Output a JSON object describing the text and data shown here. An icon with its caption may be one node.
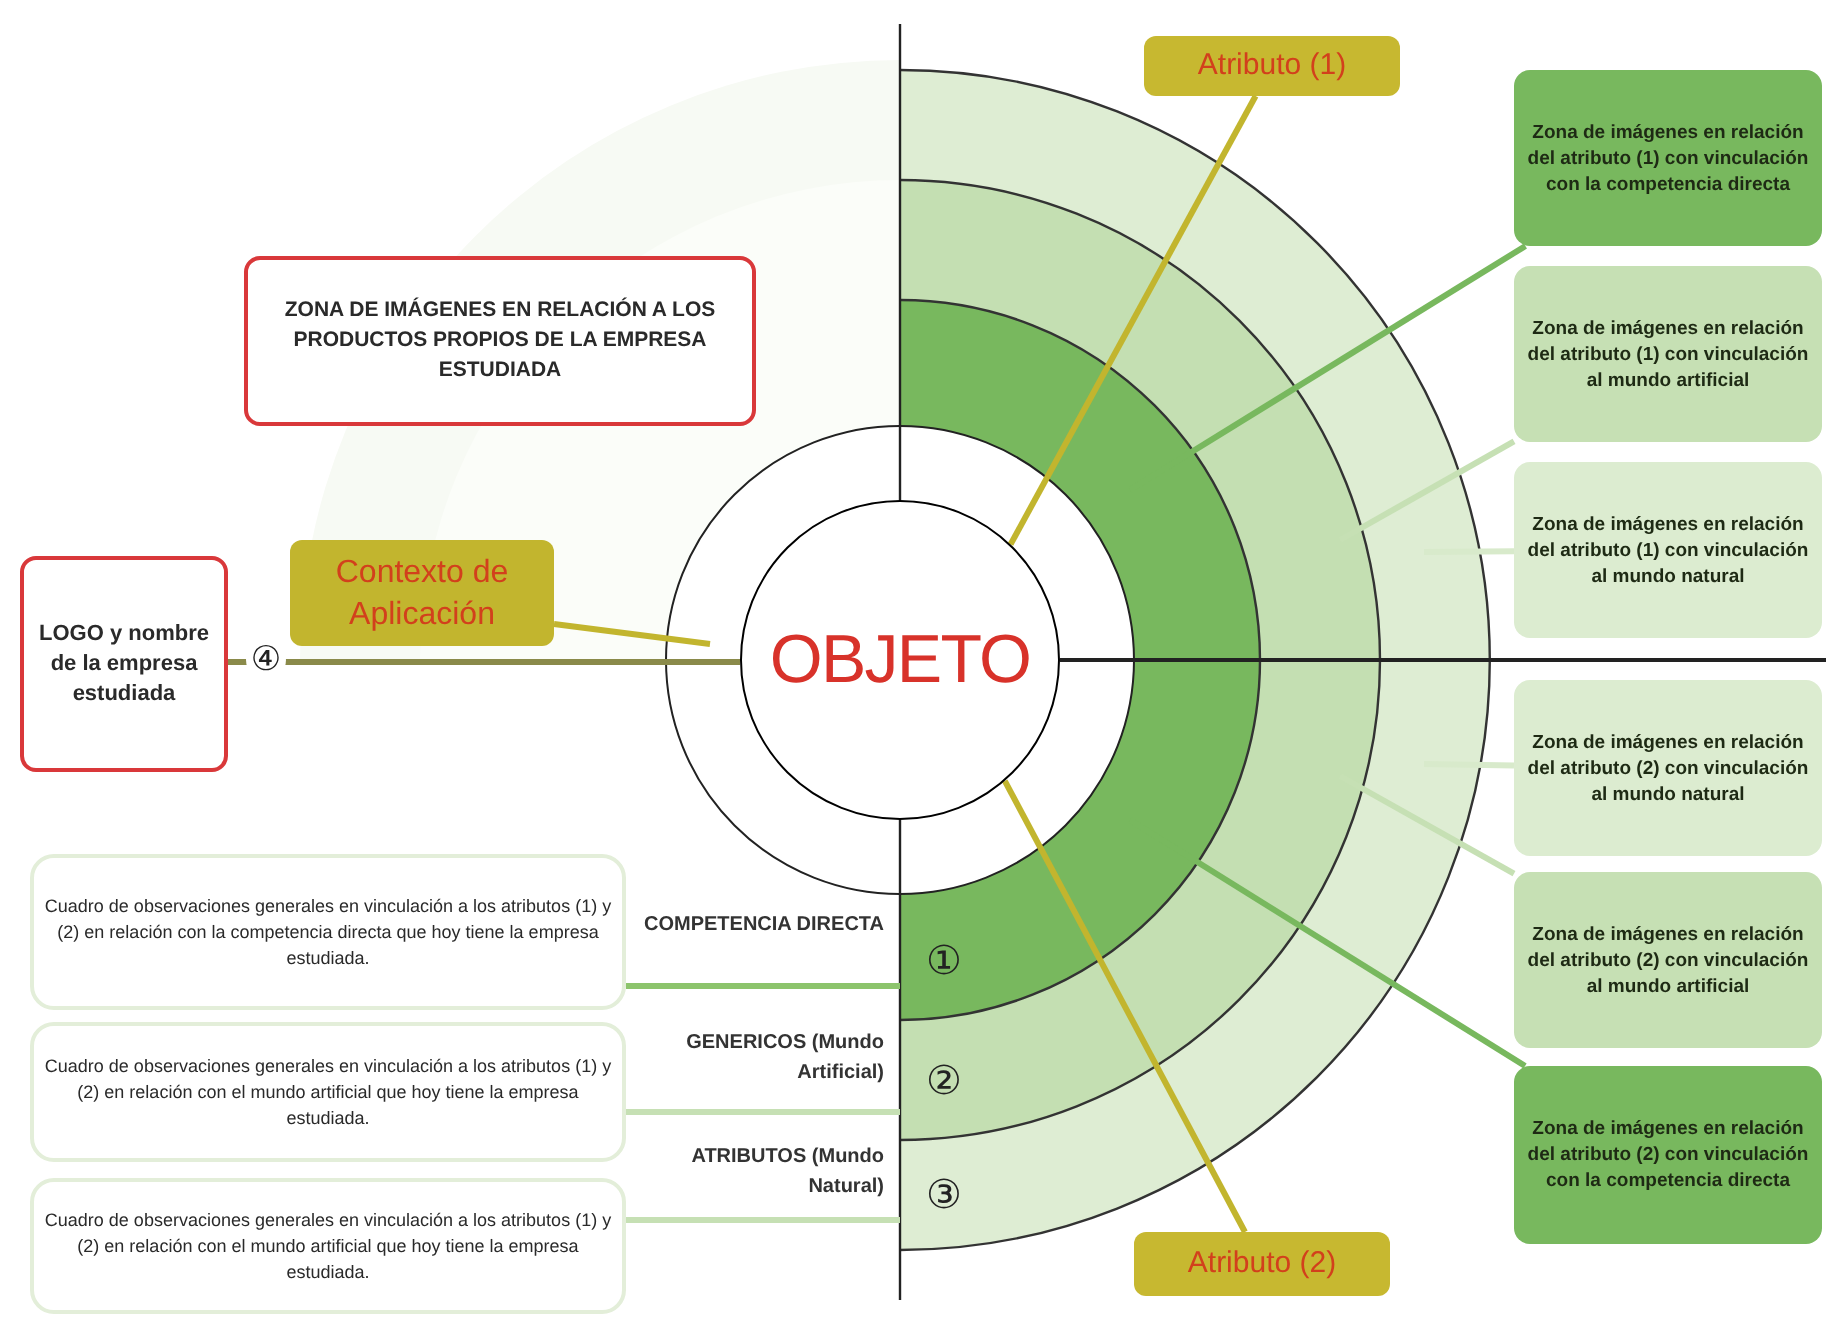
{
  "diagram": {
    "nodes": [
      {
        "text": [
          "OBJETO"
        ]
      },
      {
        "text": [
          "Atributo (1)"
        ]
      },
      {
        "text": [
          "Atributo (2)"
        ]
      },
      {
        "text": [
          "Zona de imágenes en relación del atributo (1) con vinculación con la competencia directa"
        ]
      },
      {
        "text": [
          "Zona de imágenes en relación del atributo (1) con vinculación al mundo artificial"
        ]
      },
      {
        "text": [
          "Zona de imágenes en relación del atributo (1) con vinculación al mundo natural"
        ]
      },
      {
        "text": [
          "Zona de imágenes en relación del atributo (2) con vinculación al mundo natural"
        ]
      },
      {
        "text": [
          "Zona de imágenes en relación del atributo (2) con vinculación al mundo artificial"
        ]
      },
      {
        "text": [
          "Zona de imágenes en relación del atributo (2) con vinculación con la competencia directa"
        ]
      },
      {
        "text": [
          "ZONA DE IMÁGENES EN RELACIÓN A LOS PRODUCTOS PROPIOS DE LA EMPRESA ESTUDIADA"
        ]
      },
      {
        "text": [
          "Contexto de Aplicación"
        ]
      },
      {
        "text": [
          "LOGO y nombre de la empresa estudiada"
        ]
      },
      {
        "text": [
          "Cuadro de observaciones generales en vinculación a los atributos (1) y (2) en relación con la competencia directa que hoy tiene la empresa estudiada."
        ]
      },
      {
        "text": [
          "Cuadro de observaciones generales en vinculación a los atributos (1) y (2) en relación con el mundo artificial que hoy tiene la empresa estudiada."
        ]
      },
      {
        "text": [
          "Cuadro de observaciones generales en vinculación a los atributos (1) y (2) en relación con el mundo artificial que hoy tiene la empresa estudiada."
        ]
      }
    ],
    "edges": [
      {
        "from": 1,
        "to": 0,
        "arrow": "none",
        "color": "#c2b52e"
      },
      {
        "from": 2,
        "to": 0,
        "arrow": "none",
        "color": "#c2b52e"
      },
      {
        "from": 3,
        "to": null,
        "arrow": "none",
        "color": "#78b85e"
      },
      {
        "from": 4,
        "to": null,
        "arrow": "none",
        "color": "#c6e0b4"
      },
      {
        "from": 5,
        "to": null,
        "arrow": "none",
        "color": "#d8eacb"
      },
      {
        "from": 6,
        "to": null,
        "arrow": "none",
        "color": "#d8eacb"
      },
      {
        "from": 7,
        "to": null,
        "arrow": "none",
        "color": "#c6e0b4"
      },
      {
        "from": 8,
        "to": null,
        "arrow": "none",
        "color": "#78b85e"
      },
      {
        "from": 10,
        "to": null,
        "arrow": "none",
        "color": "#c2b52e"
      },
      {
        "from": 11,
        "to": 0,
        "arrow": "none",
        "color": "#8a8a4a"
      },
      {
        "from": 12,
        "to": null,
        "arrow": "none",
        "color": "#8cc46c"
      },
      {
        "from": 13,
        "to": null,
        "arrow": "none",
        "color": "#c6e0b4"
      },
      {
        "from": 14,
        "to": null,
        "arrow": "none",
        "color": "#c6e0b4"
      }
    ],
    "labels": [
      "④",
      "COMPETENCIA DIRECTA",
      "①",
      "GENERICOS (Mundo Artificial)",
      "②",
      "ATRIBUTOS (Mundo Natural)",
      "③"
    ]
  }
}
